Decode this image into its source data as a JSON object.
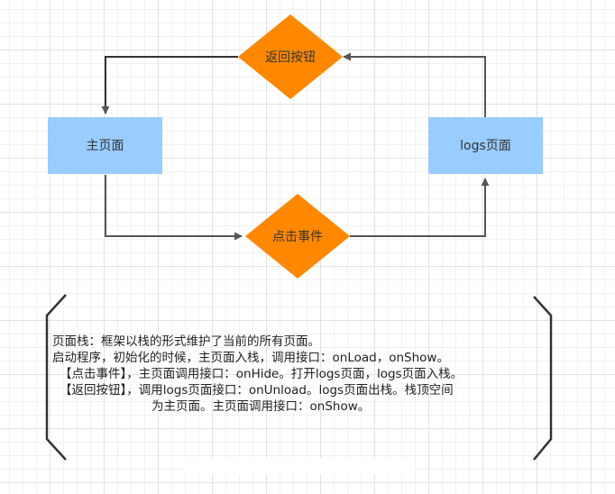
{
  "colors": {
    "box": "#99ccff",
    "diamond": "#ff8800",
    "arrow": "#555555",
    "bracket": "#333333"
  },
  "nodes": {
    "main_page": "主页面",
    "logs_page": "logs页面",
    "back_button": "返回按钮",
    "click_event": "点击事件"
  },
  "note": {
    "lines": [
      "页面栈：框架以栈的形式维护了当前的所有页面。",
      "启动程序，初始化的时候，主页面入栈，调用接口：onLoad，onShow。",
      "【点击事件】，主页面调用接口：onHide。打开logs页面，logs页面入栈。",
      "【返回按钮】，调用logs页面接口：onUnload。logs页面出栈。栈顶空间",
      "为主页面。主页面调用接口：onShow。"
    ]
  }
}
